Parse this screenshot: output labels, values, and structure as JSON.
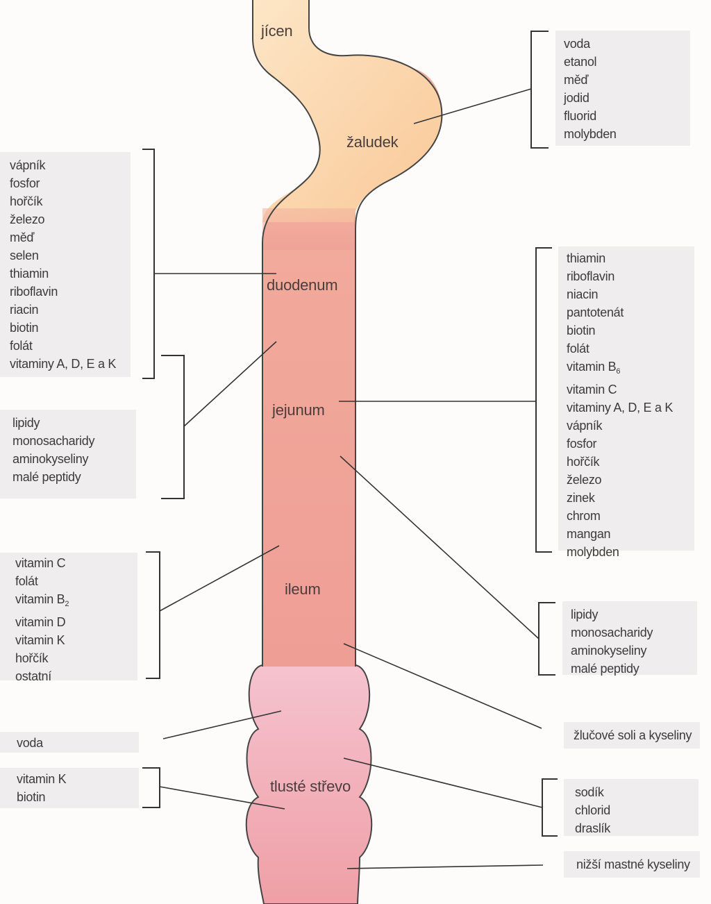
{
  "organs": {
    "jicen": "jícen",
    "zaludek": "žaludek",
    "duodenum": "duodenum",
    "jejunum": "jejunum",
    "ileum": "ileum",
    "tluste_strevo": "tlusté střevo"
  },
  "right_boxes": {
    "zaludek": [
      "voda",
      "etanol",
      "měď",
      "jodid",
      "fluorid",
      "molybden"
    ],
    "jejunum": [
      "thiamin",
      "riboflavin",
      "niacin",
      "pantotenát",
      "biotin",
      "folát",
      "vitamin B",
      "vitamin C",
      "vitaminy A, D, E a K",
      "vápník",
      "fosfor",
      "hořčík",
      "železo",
      "zinek",
      "chrom",
      "mangan",
      "molybden"
    ],
    "jejunum_sub": "6",
    "ileum": [
      "lipidy",
      "monosacharidy",
      "aminokyseliny",
      "malé peptidy"
    ],
    "zlucove": [
      "žlučové soli a kyseliny"
    ],
    "ions": [
      "sodík",
      "chlorid",
      "draslík"
    ],
    "mastne": [
      "nižší mastné kyseliny"
    ]
  },
  "left_boxes": {
    "duodenum": [
      "vápník",
      "fosfor",
      "hořčík",
      "železo",
      "měď",
      "selen",
      "thiamin",
      "riboflavin",
      "riacin",
      "biotin",
      "folát",
      "vitaminy A, D, E a K"
    ],
    "macro": [
      "lipidy",
      "monosacharidy",
      "aminokyseliny",
      "malé peptidy"
    ],
    "ileum": [
      "vitamin C",
      "folát",
      "vitamin B",
      "vitamin D",
      "vitamin K",
      "hořčík",
      "ostatní"
    ],
    "ileum_sub": "2",
    "voda": [
      "voda"
    ],
    "vitk": [
      "vitamin K",
      "biotin"
    ]
  },
  "colors": {
    "stomach": "#fbd2a2",
    "small_intestine": "#f2a59a",
    "colon": "#f3b3bd",
    "outline": "#444444",
    "box": "#efedee"
  }
}
